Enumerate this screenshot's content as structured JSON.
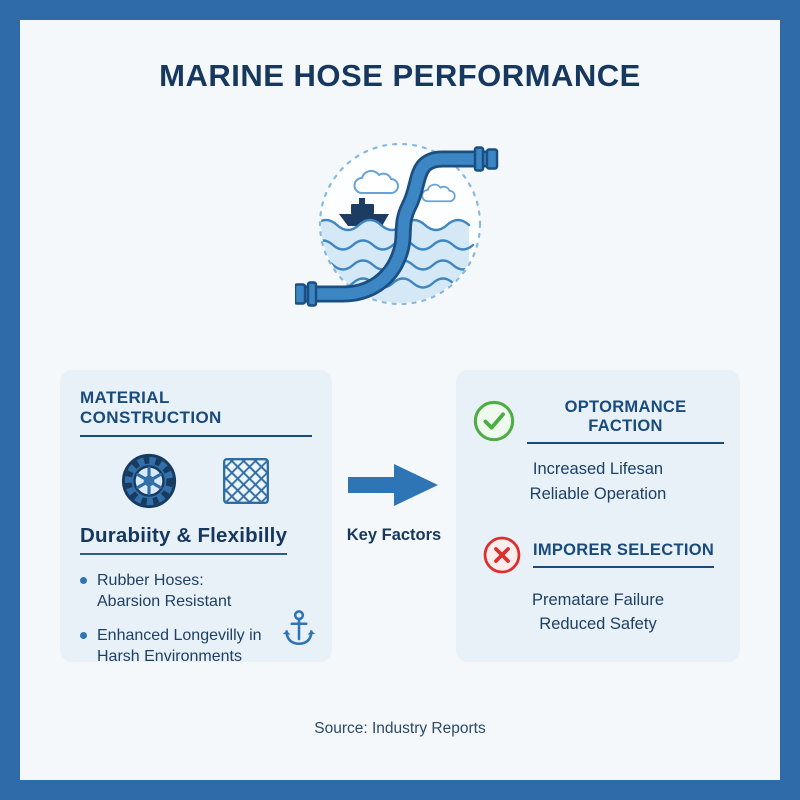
{
  "title": "MARINE HOSE PERFORMANCE",
  "hero": {
    "illustration": "marine-hose-ship-waves"
  },
  "left_panel": {
    "heading": "MATERIAL CONSTRUCTION",
    "icons": [
      "tire-icon",
      "mesh-icon"
    ],
    "subheading": "Durabiity & Flexibilly",
    "bullets": [
      [
        "Rubber Hoses:",
        "Abarsion Resistant"
      ],
      [
        "Enhanced Longevilly in",
        "Harsh Environments"
      ]
    ],
    "corner_icon": "anchor-icon"
  },
  "arrow": {
    "label": "Key Factors",
    "icon": "right-arrow-icon"
  },
  "right_panel": {
    "sections": [
      {
        "icon": "check-icon",
        "heading": "OPTORMANCE FACTION",
        "lines": [
          "Increased Lifesan",
          "Reliable Operation"
        ]
      },
      {
        "icon": "cross-icon",
        "heading": "IMPORER SELECTION",
        "lines": [
          "Prematare Failure",
          "Reduced Safety"
        ]
      }
    ]
  },
  "footer": "Source: Industry Reports",
  "colors": {
    "frame": "#2e6ba8",
    "bg": "#f5f8fa",
    "panel": "#e8f0f8",
    "title": "#16375e",
    "head": "#1a4b7d",
    "ink": "#1d4065",
    "accent": "#2e75b6",
    "green": "#4bad42",
    "red": "#de2f2f"
  }
}
